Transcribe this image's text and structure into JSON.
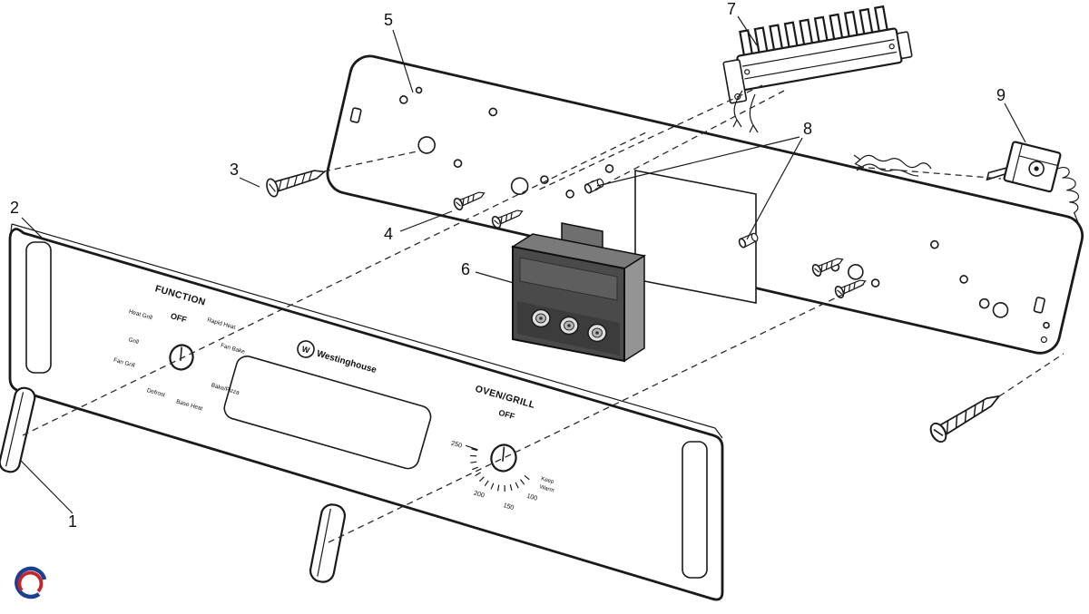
{
  "callouts": [
    "1",
    "2",
    "3",
    "4",
    "5",
    "6",
    "7",
    "8",
    "9"
  ],
  "panel": {
    "function_dial": {
      "title": "FUNCTION",
      "off": "OFF",
      "options": {
        "left": [
          "Heat Grill",
          "Grill",
          "Fan Grill",
          "Defrost"
        ],
        "right": [
          "Rapid Heat",
          "Fan Bake",
          "Bake/Pizza",
          "Base Heat"
        ]
      }
    },
    "brand": {
      "monogram": "W",
      "name": "Westinghouse"
    },
    "oven_dial": {
      "title": "OVEN/GRILL",
      "off": "OFF",
      "ticks": [
        "250",
        "200",
        "150",
        "100"
      ],
      "keep_warm": [
        "Keep",
        "Warm"
      ]
    }
  },
  "colors": {
    "line": "#1a1a1a",
    "module_front": "#4a4a4a",
    "logo_blue": "#1c3f94",
    "logo_red": "#c1272d"
  }
}
